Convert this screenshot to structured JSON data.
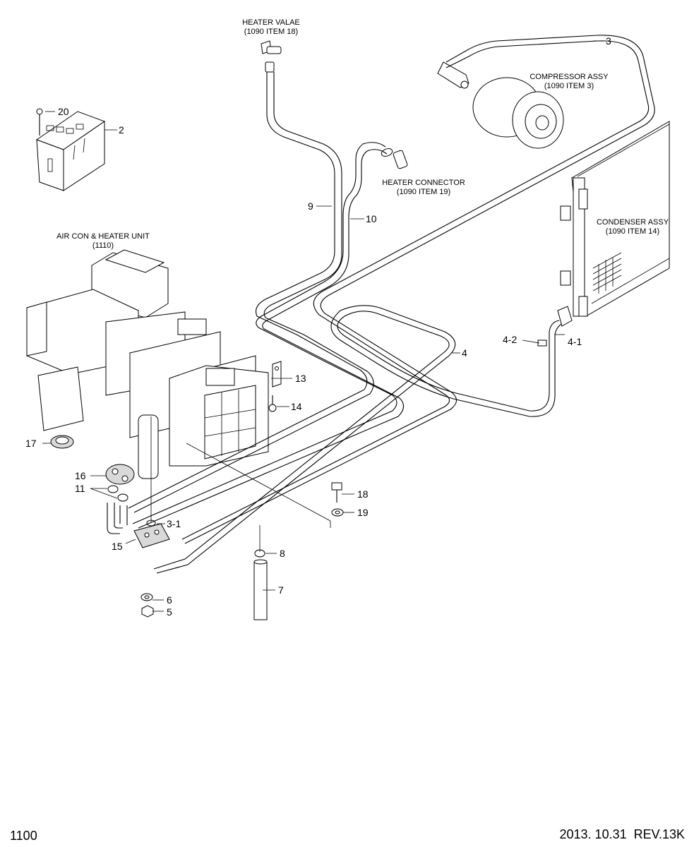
{
  "diagram": {
    "footer": {
      "page_number": "1100",
      "revision": "2013. 10.31  REV.13K"
    },
    "callouts": {
      "heater_valve": {
        "line1": "HEATER VALAE",
        "line2": "(1090 ITEM 18)"
      },
      "compressor": {
        "line1": "COMPRESSOR ASSY",
        "line2": "(1090 ITEM 3)"
      },
      "heater_connector": {
        "line1": "HEATER CONNECTOR",
        "line2": "(1090 ITEM 19)"
      },
      "condenser": {
        "line1": "CONDENSER ASSY",
        "line2": "(1090 ITEM 14)"
      },
      "aircon_unit": {
        "line1": "AIR CON & HEATER UNIT",
        "line2": "(1110)"
      }
    },
    "part_numbers": {
      "p2": "2",
      "p3": "3",
      "p3_1": "3-1",
      "p4": "4",
      "p4_1": "4-1",
      "p4_2": "4-2",
      "p5": "5",
      "p6": "6",
      "p7": "7",
      "p8": "8",
      "p9": "9",
      "p10": "10",
      "p11": "11",
      "p13": "13",
      "p14": "14",
      "p15": "15",
      "p16": "16",
      "p17": "17",
      "p18": "18",
      "p19": "19",
      "p20": "20"
    }
  }
}
